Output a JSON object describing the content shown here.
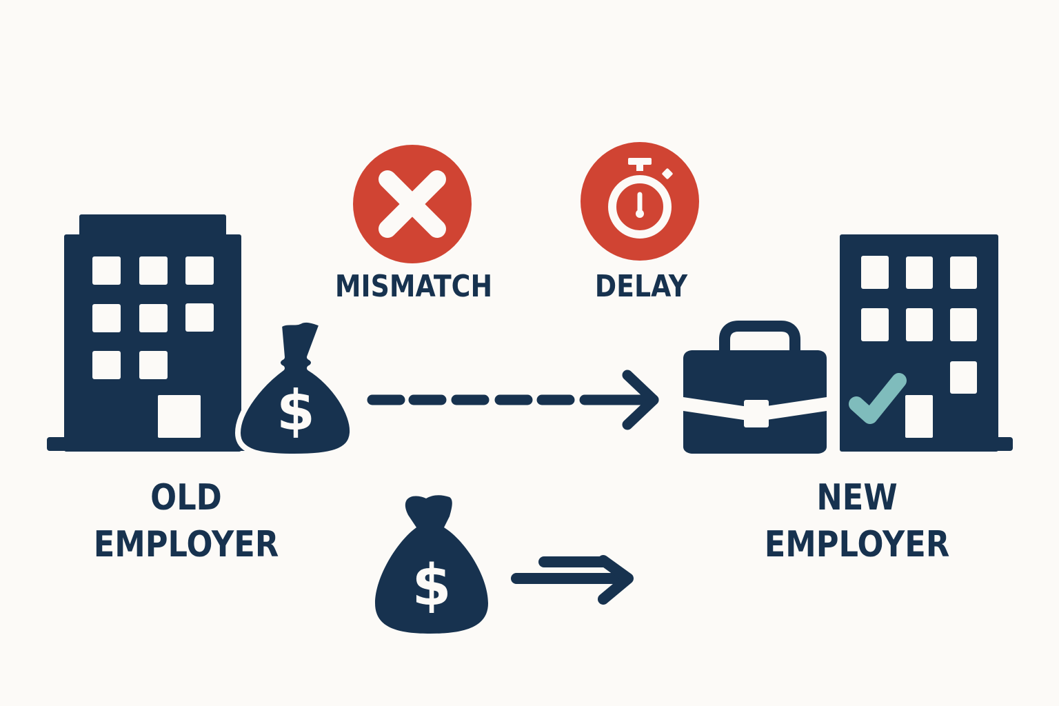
{
  "colors": {
    "background": "#fcfaf7",
    "navy": "#17324f",
    "red": "#d04433",
    "teal": "#7fbcbc",
    "white": "#fcfaf7"
  },
  "old_employer": {
    "label_line1": "OLD",
    "label_line2": "EMPLOYER",
    "building_icon": "office-building-icon",
    "money_icon": "money-bag-dollar-icon"
  },
  "issues": [
    {
      "label": "MISMATCH",
      "icon": "x-circle-icon",
      "color": "#d04433"
    },
    {
      "label": "DELAY",
      "icon": "stopwatch-icon",
      "color": "#d04433"
    }
  ],
  "transfer": {
    "dashed_arrow_icon": "dashed-arrow-right-icon",
    "bottom_money_icon": "money-bag-dollar-icon",
    "bottom_arrow_icon": "double-line-arrow-right-icon"
  },
  "new_employer": {
    "label_line1": "NEW",
    "label_line2": "EMPLOYER",
    "briefcase_icon": "briefcase-icon",
    "building_icon": "office-building-check-icon",
    "check_icon": "checkmark-icon"
  }
}
